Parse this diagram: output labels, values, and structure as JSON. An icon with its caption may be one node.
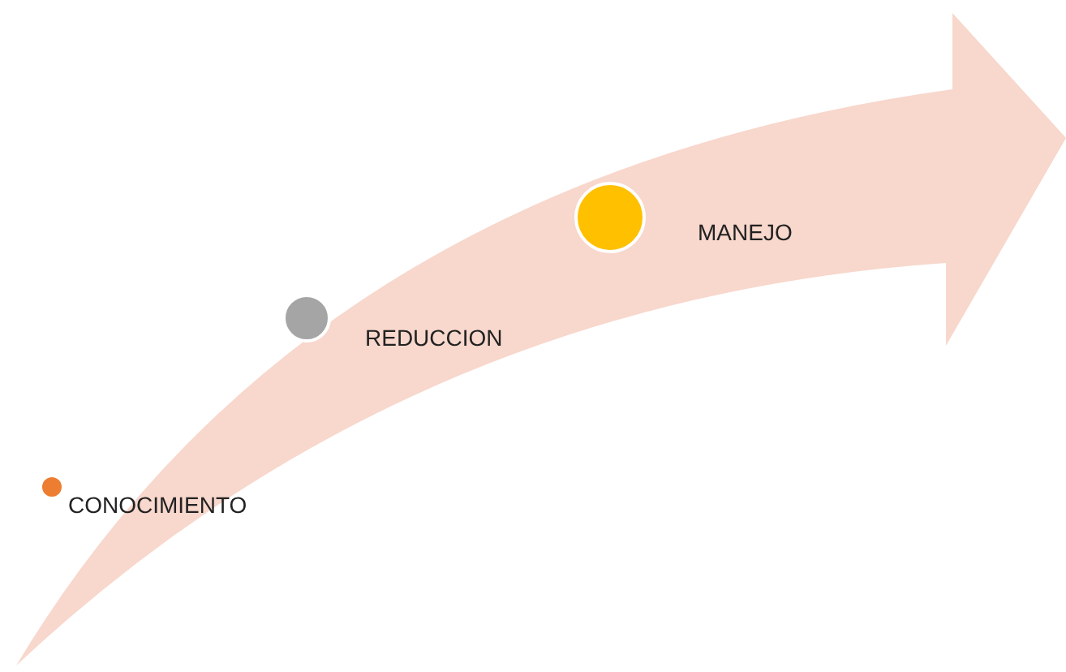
{
  "diagram": {
    "nodes": [
      {
        "text": [
          "CONOCIMIENTO"
        ]
      },
      {
        "text": [
          "REDUCCION"
        ]
      },
      {
        "text": [
          "MANEJO"
        ]
      }
    ],
    "edges": []
  }
}
